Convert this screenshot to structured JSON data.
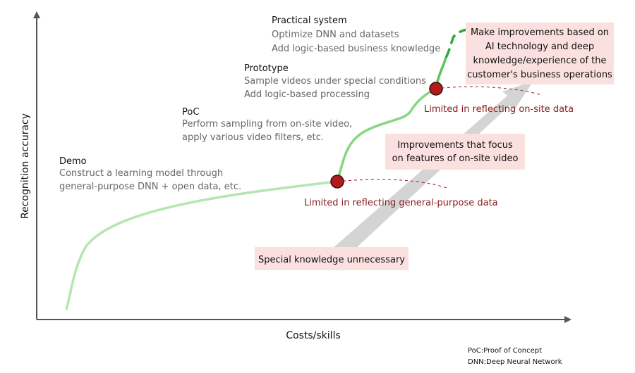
{
  "axes": {
    "y_label": "Recognition accuracy",
    "x_label": "Costs/skills"
  },
  "stages": [
    {
      "title": "Demo",
      "lines": [
        "Construct a learning model through",
        "general-purpose DNN + open data, etc."
      ]
    },
    {
      "title": "PoC",
      "lines": [
        "Perform sampling from on-site video,",
        "apply various video filters, etc."
      ]
    },
    {
      "title": "Prototype",
      "lines": [
        "Sample videos under special conditions",
        "Add logic-based processing"
      ]
    },
    {
      "title": "Practical system",
      "lines": [
        "Optimize DNN and datasets",
        "Add logic-based business knowledge"
      ]
    }
  ],
  "limits": {
    "general_purpose": "Limited in reflecting general-purpose data",
    "on_site": "Limited in reflecting on-site data"
  },
  "boxes": {
    "special_knowledge": [
      "Special knowledge unnecessary"
    ],
    "on_site_features": [
      "Improvements that focus",
      "on features of on-site video"
    ],
    "ai_technology": [
      "Make improvements based on",
      "AI technology and deep",
      "knowledge/experience of the",
      "customer's business operations"
    ]
  },
  "footnotes": [
    "PoC:Proof of Concept",
    "DNN:Deep Neural Network"
  ],
  "colors": {
    "light_green": "#b5e6b2",
    "mid_green": "#5fc35b",
    "dark_green": "#2ea83a",
    "dark_red": "#9b1b1b",
    "box_fill": "#fbe0e0",
    "arrow_gray": "#d4d4d4",
    "axis": "#555555"
  }
}
